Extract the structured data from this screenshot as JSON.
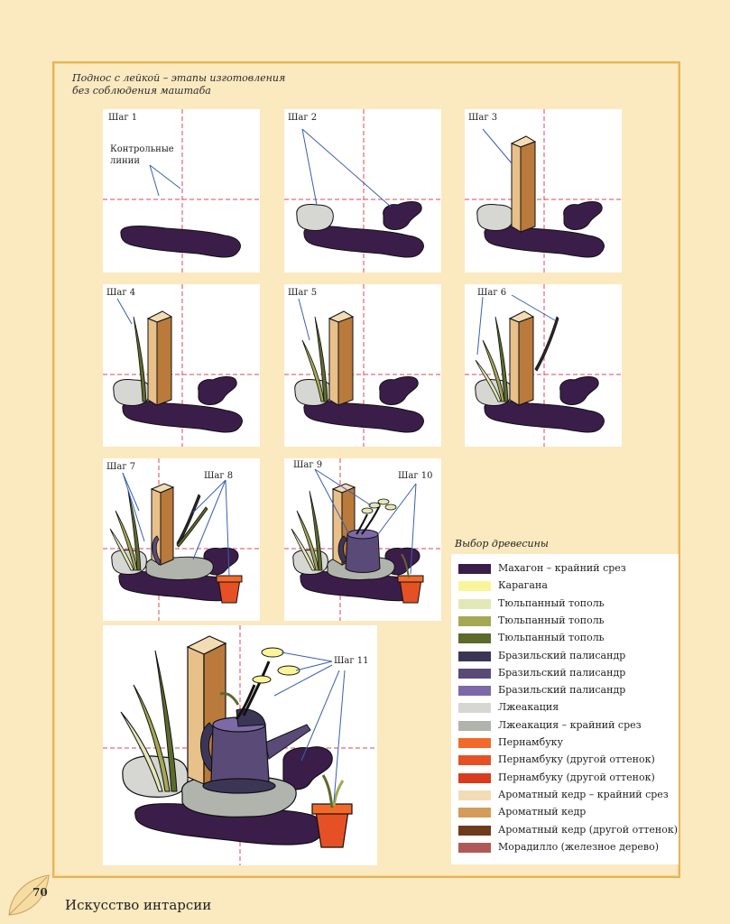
{
  "caption": {
    "line1": "Поднос с лейкой – этапы изготовления",
    "line2": "без соблюдения маштаба"
  },
  "steps": {
    "s1": "Шаг 1",
    "s2": "Шаг 2",
    "s3": "Шаг 3",
    "s4": "Шаг 4",
    "s5": "Шаг 5",
    "s6": "Шаг 6",
    "s7": "Шаг 7",
    "s8": "Шаг 8",
    "s9": "Шаг 9",
    "s10": "Шаг 10",
    "s11": "Шаг 11"
  },
  "control_lines_label": {
    "line1": "Контрольные",
    "line2": "линии"
  },
  "wood_selection": {
    "title": "Выбор древесины",
    "items": [
      {
        "label": "Махагон – крайний срез",
        "color": "#3b1d4a"
      },
      {
        "label": "Карагана",
        "color": "#fbf59a"
      },
      {
        "label": "Тюльпанный тополь",
        "color": "#e4e8b8"
      },
      {
        "label": "Тюльпанный тополь",
        "color": "#a4a852"
      },
      {
        "label": "Тюльпанный тополь",
        "color": "#5c6a2c"
      },
      {
        "label": "Бразильский палисандр",
        "color": "#3c3656"
      },
      {
        "label": "Бразильский палисандр",
        "color": "#5a4a78"
      },
      {
        "label": "Бразильский палисандр",
        "color": "#7d69a8"
      },
      {
        "label": "Лжеакация",
        "color": "#d6d6d2"
      },
      {
        "label": "Лжеакация – крайний срез",
        "color": "#b0b4ac"
      },
      {
        "label": "Пернамбуку",
        "color": "#f26a2a"
      },
      {
        "label": "Пернамбуку (другой оттенок)",
        "color": "#e55124"
      },
      {
        "label": "Пернамбуку (другой оттенок)",
        "color": "#d83c1c"
      },
      {
        "label": "Ароматный кедр – крайний срез",
        "color": "#f2dcb4"
      },
      {
        "label": "Ароматный кедр",
        "color": "#d39c5a"
      },
      {
        "label": "Ароматный кедр (другой оттенок)",
        "color": "#6e3b1c"
      },
      {
        "label": "Морадилло (железное дерево)",
        "color": "#b05a58"
      }
    ]
  },
  "footer": {
    "page_number": "70",
    "book_title": "Искусство интарсии"
  },
  "colors": {
    "page_bg": "#fbe9bf",
    "frame": "#e6b45a",
    "guide_line": "#e0435c",
    "leader_line": "#3a5fb0",
    "shadow": "#3b1d4a",
    "stone": "#d6d6d2",
    "post_light": "#e8c08a",
    "post_dark": "#b97a3c",
    "can": "#5a4a78",
    "pot": "#e55124"
  }
}
